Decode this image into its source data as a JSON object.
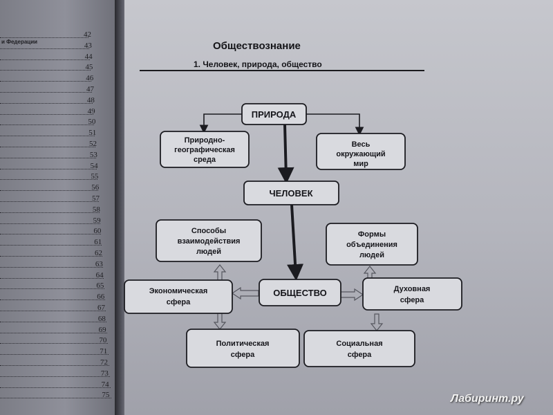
{
  "left_page": {
    "toc_numbers": [
      "42",
      "43",
      "44",
      "45",
      "46",
      "47",
      "48",
      "49",
      "50",
      "51",
      "52",
      "53",
      "54",
      "55",
      "56",
      "57",
      "58",
      "59",
      "60",
      "61",
      "62",
      "63",
      "64",
      "65",
      "66",
      "67",
      "68",
      "69",
      "70",
      "71",
      "72",
      "73",
      "74",
      "75"
    ],
    "toc_fragment": "и Федерации"
  },
  "page": {
    "title": "Обществознание",
    "section": "1. Человек, природа, общество"
  },
  "diagram": {
    "nodes": {
      "priroda": "ПРИРОДА",
      "geo_line1": "Природно-",
      "geo_line2": "географическая",
      "geo_line3": "среда",
      "world_line1": "Весь",
      "world_line2": "окружающий",
      "world_line3": "мир",
      "chelovek": "ЧЕЛОВЕК",
      "ways_line1": "Способы",
      "ways_line2": "взаимодействия",
      "ways_line3": "людей",
      "forms_line1": "Формы",
      "forms_line2": "объединения",
      "forms_line3": "людей",
      "econ_line1": "Экономическая",
      "econ_line2": "сфера",
      "obshchestvo": "ОБЩЕСТВО",
      "spirit_line1": "Духовная",
      "spirit_line2": "сфера",
      "polit_line1": "Политическая",
      "polit_line2": "сфера",
      "social_line1": "Социальная",
      "social_line2": "сфера"
    }
  },
  "watermark": "Лабиринт.ру"
}
